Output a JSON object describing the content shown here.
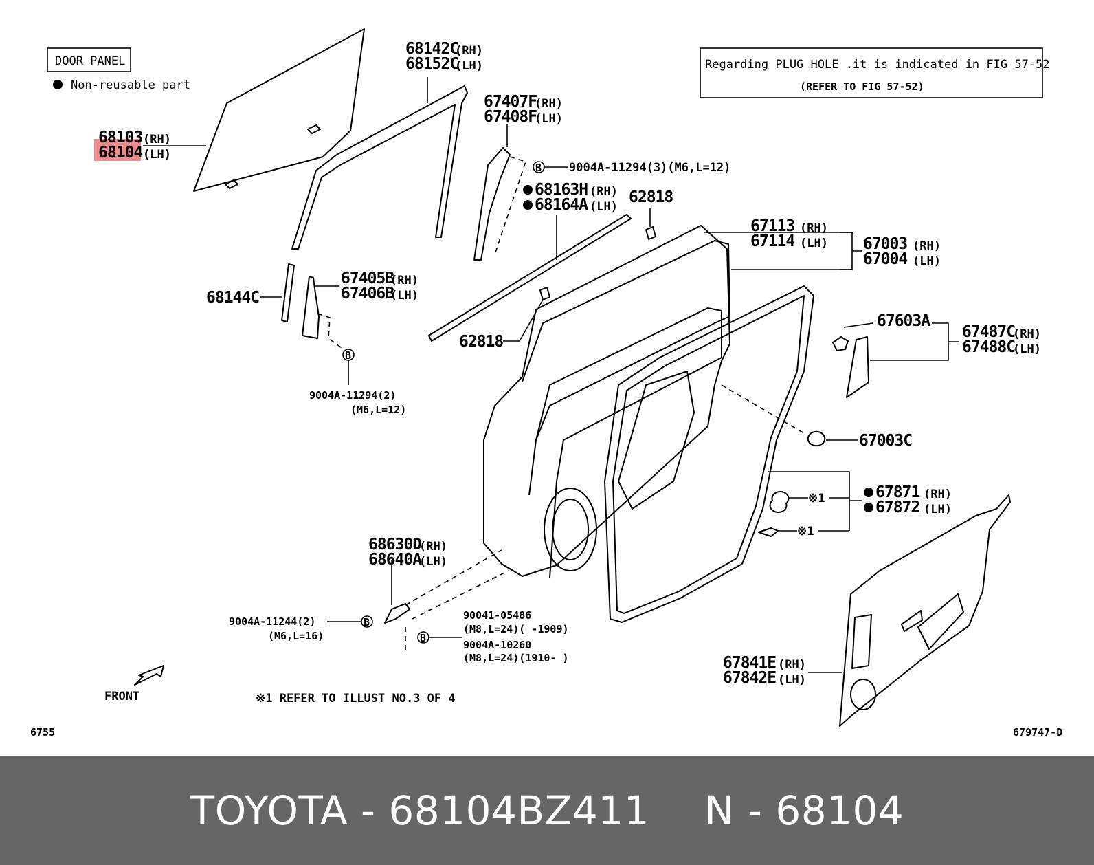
{
  "legend": {
    "door_panel": "DOOR PANEL",
    "non_reusable": "Non-reusable part"
  },
  "plug_note": {
    "line1": "Regarding PLUG HOLE .it is indicated in FIG 57-52",
    "line2": "(REFER TO FIG 57-52)"
  },
  "parts": {
    "p68103": "68103",
    "p68104": "68104",
    "rh": "(RH)",
    "lh": "(LH)",
    "p68142C": "68142C",
    "p68152C": "68152C",
    "p67407F": "67407F",
    "p67408F": "67408F",
    "bolt_9004A_11294_3": "9004A-11294(3)(M6,L=12)",
    "p68163H": "68163H",
    "p68164A": "68164A",
    "p62818a": "62818",
    "p62818b": "62818",
    "p67113": "67113",
    "p67114": "67114",
    "p67003": "67003",
    "p67004": "67004",
    "p68144C": "68144C",
    "p67405B": "67405B",
    "p67406B": "67406B",
    "bolt_9004A_11294_2": "9004A-11294(2)",
    "bolt_9004A_11294_2_spec": "(M6,L=12)",
    "p67603A": "67603A",
    "p67487C": "67487C",
    "p67488C": "67488C",
    "p67003C": "67003C",
    "p67871": "67871",
    "p67872": "67872",
    "ref1": "※1",
    "p68630D": "68630D",
    "p68640A": "68640A",
    "bolt_9004A_11244_2": "9004A-11244(2)",
    "bolt_9004A_11244_2_spec": "(M6,L=16)",
    "bolt_90041_05486": "90041-05486",
    "bolt_90041_05486_spec": "(M8,L=24)(      -1909)",
    "bolt_9004A_10260": "9004A-10260",
    "bolt_9004A_10260_spec": "(M8,L=24)(1910-      )",
    "p67841E": "67841E",
    "p67842E": "67842E",
    "b": "B"
  },
  "front_label": "FRONT",
  "refer_note": "※1 REFER TO ILLUST NO.3 OF 4",
  "fig_number": "6755",
  "drawing_id": "679747-D",
  "highlight_color": "#f08c8c",
  "footer": {
    "left": "TOYOTA - 68104BZ411",
    "right": "N - 68104"
  }
}
